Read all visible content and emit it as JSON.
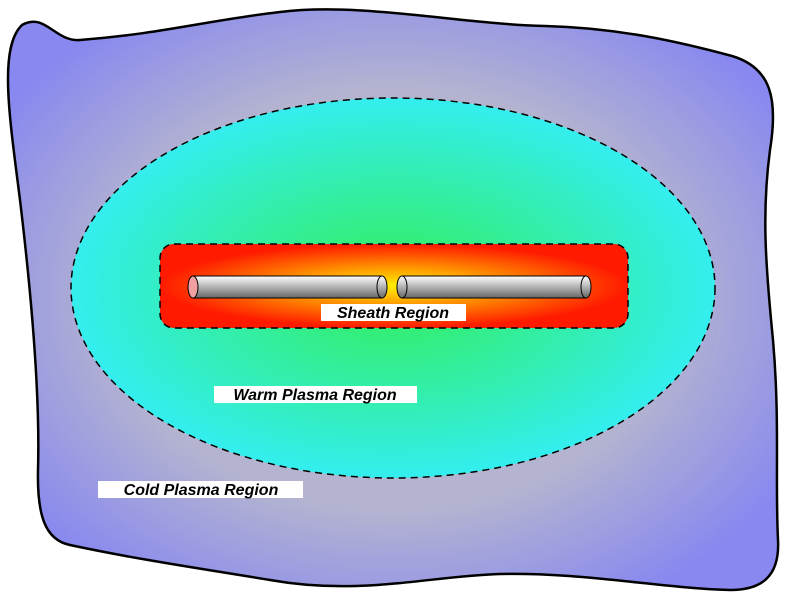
{
  "diagram": {
    "labels": {
      "sheath": "Sheath Region",
      "warm": "Warm Plasma Region",
      "cold": "Cold Plasma Region"
    },
    "colors": {
      "cold_center": "#b8b8cc",
      "cold_edge": "#8888f0",
      "warm_center": "#33ee55",
      "warm_edge": "#33eeee",
      "sheath_center": "#ffee00",
      "sheath_edge": "#ff1a00",
      "rod_light": "#ffffff",
      "rod_dark": "#666666",
      "rod_end": "#f0a0a0",
      "outline": "#000000",
      "label_background": "#ffffff"
    }
  }
}
